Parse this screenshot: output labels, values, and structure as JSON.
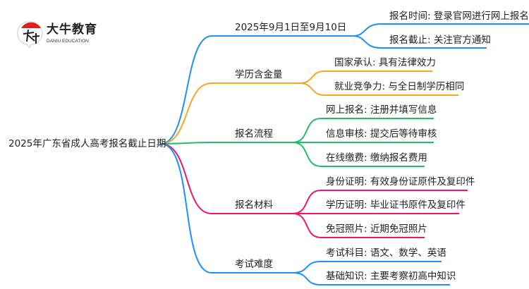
{
  "logo": {
    "name_cn": "大牛教育",
    "name_en": "DANIU EDUCATION",
    "mark": "大牛"
  },
  "root": "2025年广东省成人高考报名截止日期",
  "colors": {
    "blue": "#1e8fff",
    "orange": "#f5a623",
    "green": "#1fbf6a",
    "pink": "#f0166b"
  },
  "branches": [
    {
      "label": "2025年9月1日至9月10日",
      "children": [
        "报名时间: 登录官网进行网上报名",
        "报名截止: 关注官方通知"
      ]
    },
    {
      "label": "学历含金量",
      "children": [
        "国家承认: 具有法律效力",
        "就业竞争力: 与全日制学历相同"
      ]
    },
    {
      "label": "报名流程",
      "children": [
        "网上报名: 注册并填写信息",
        "信息审核: 提交后等待审核",
        "在线缴费: 缴纳报名费用"
      ]
    },
    {
      "label": "报名材料",
      "children": [
        "身份证明: 有效身份证原件及复印件",
        "学历证明: 毕业证书原件及复印件",
        "免冠照片: 近期免冠照片"
      ]
    },
    {
      "label": "考试难度",
      "children": [
        "考试科目: 语文、数学、英语",
        "基础知识: 主要考察初高中知识"
      ]
    }
  ]
}
